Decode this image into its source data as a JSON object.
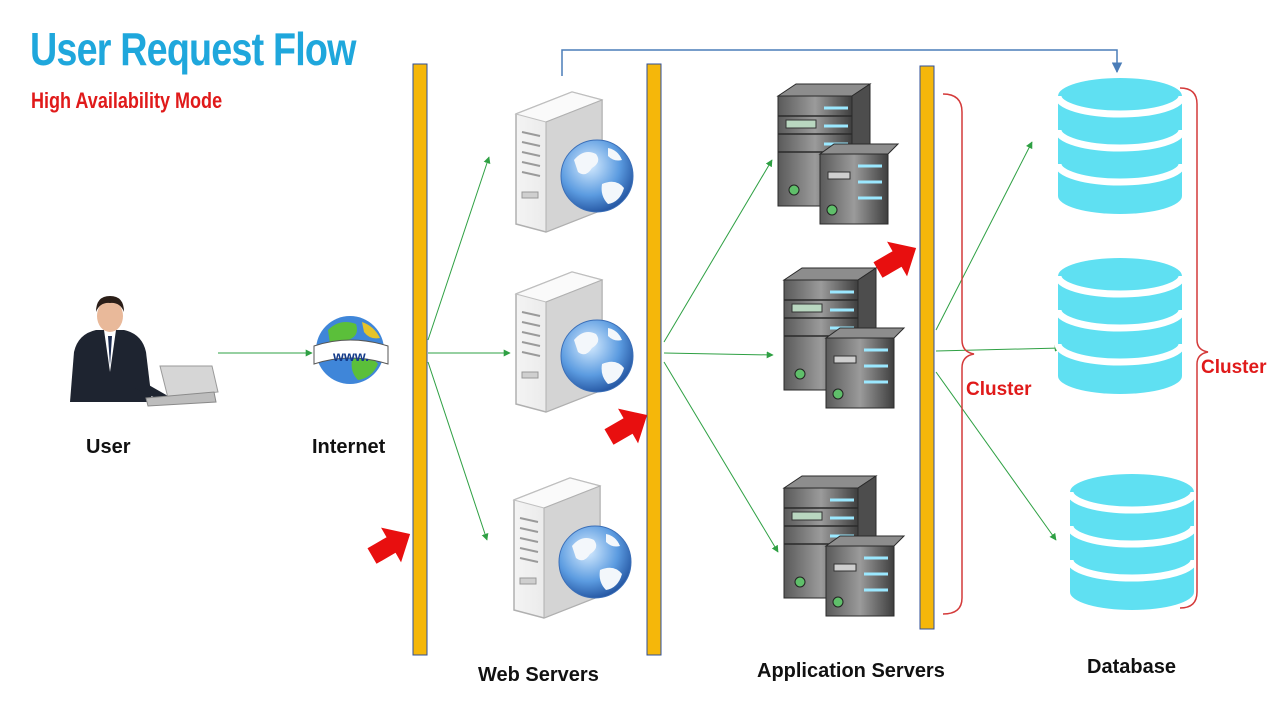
{
  "title": "User Request Flow",
  "subtitle": "High Availability Mode",
  "labels": {
    "user": "User",
    "internet": "Internet",
    "web_servers": "Web Servers",
    "app_servers": "Application Servers",
    "database": "Database",
    "cluster_app": "Cluster",
    "cluster_db": "Cluster"
  },
  "globe_text": "www.",
  "colors": {
    "title": "#1fa7dc",
    "subtitle": "#e01a1a",
    "bar": "#f5b70a",
    "arrow_green": "#2ea043",
    "feed_line": "#4a7db8",
    "flow_arrow": "#e80f0f",
    "database": "#5fe0f2",
    "bracket": "#d43a3a"
  },
  "icons": [
    "user-laptop-icon",
    "internet-globe-icon",
    "web-server-icon",
    "application-server-icon",
    "database-cylinder-icon"
  ]
}
